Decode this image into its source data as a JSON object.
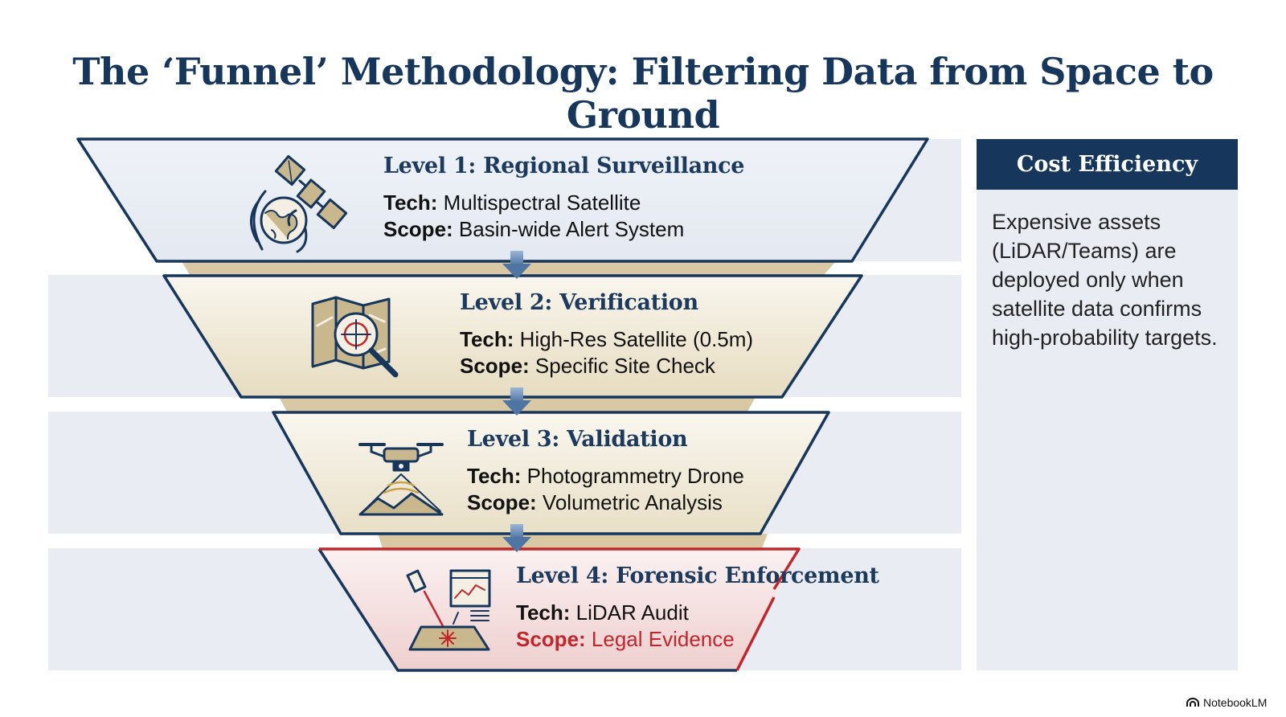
{
  "title": "The ‘Funnel’ Methodology: Filtering Data from Space to Ground",
  "levels": [
    {
      "heading": "Level 1: Regional Surveillance",
      "tech_label": "Tech:",
      "tech_value": "Multispectral Satellite",
      "scope_label": "Scope:",
      "scope_value": "Basin-wide Alert System",
      "icon": "satellite-globe-icon"
    },
    {
      "heading": "Level 2: Verification",
      "tech_label": "Tech:",
      "tech_value": "High-Res Satellite (0.5m)",
      "scope_label": "Scope:",
      "scope_value": "Specific Site Check",
      "icon": "map-magnifier-icon"
    },
    {
      "heading": "Level 3: Validation",
      "tech_label": "Tech:",
      "tech_value": "Photogrammetry Drone",
      "scope_label": "Scope:",
      "scope_value": "Volumetric Analysis",
      "icon": "drone-icon"
    },
    {
      "heading": "Level 4: Forensic Enforcement",
      "tech_label": "Tech:",
      "tech_value": "LiDAR Audit",
      "scope_label": "Scope:",
      "scope_value": "Legal Evidence",
      "icon": "lidar-scan-icon"
    }
  ],
  "side_panel": {
    "header": "Cost Efficiency",
    "body": "Expensive assets (LiDAR/Teams) are deployed only when satellite data confirms high-probability targets."
  },
  "brand": "NotebookLM",
  "colors": {
    "navy": "#17365b",
    "gold": "#c9b88e",
    "red": "#c0272d",
    "band": "#e9edf3"
  }
}
